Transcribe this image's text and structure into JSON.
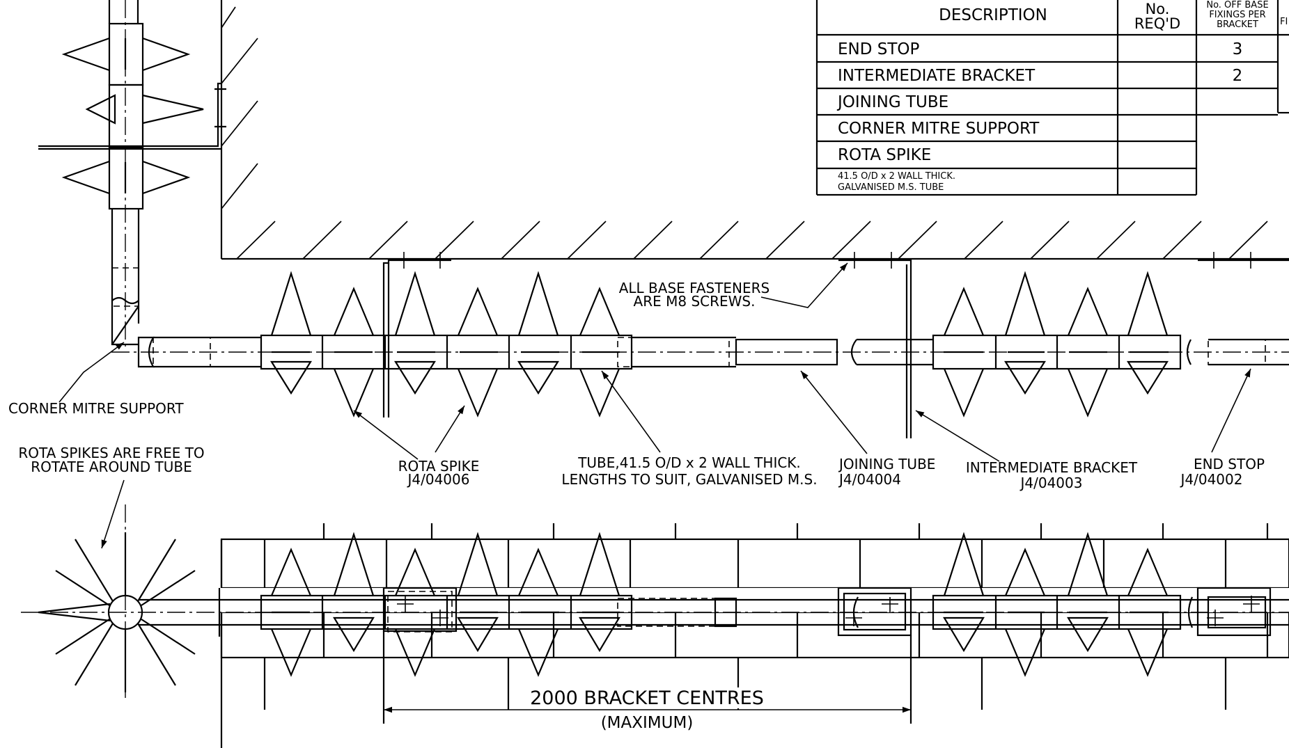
{
  "table": {
    "headers": {
      "description": "DESCRIPTION",
      "qty_line1": "No.",
      "qty_line2": "REQ'D",
      "fixings_line1": "No. OFF BASE",
      "fixings_line2": "FIXINGS PER",
      "fixings_line3": "BRACKET",
      "cut_off": "FI"
    },
    "rows": [
      {
        "description": "END STOP",
        "qty": "",
        "fixings": "3"
      },
      {
        "description": "INTERMEDIATE BRACKET",
        "qty": "",
        "fixings": "2"
      },
      {
        "description": "JOINING TUBE",
        "qty": "",
        "fixings": ""
      },
      {
        "description": "CORNER MITRE SUPPORT",
        "qty": "",
        "fixings": ""
      },
      {
        "description": "ROTA SPIKE",
        "qty": "",
        "fixings": ""
      },
      {
        "description_line1": "41.5 O/D x 2 WALL THICK.",
        "description_line2": "GALVANISED M.S. TUBE",
        "qty": "",
        "fixings": ""
      }
    ]
  },
  "callouts": {
    "base_fasteners_1": "ALL BASE FASTENERS",
    "base_fasteners_2": "ARE M8 SCREWS.",
    "corner_mitre": "CORNER MITRE SUPPORT",
    "rota_free_1": "ROTA SPIKES ARE FREE TO",
    "rota_free_2": "ROTATE AROUND TUBE",
    "rota_spike_1": "ROTA SPIKE",
    "rota_spike_2": "J4/04006",
    "tube_1": "TUBE,41.5 O/D x 2 WALL THICK.",
    "tube_2": "LENGTHS TO SUIT, GALVANISED M.S.",
    "joining_1": "JOINING TUBE",
    "joining_2": "J4/04004",
    "intermediate_1": "INTERMEDIATE BRACKET",
    "intermediate_2": "J4/04003",
    "end_stop_1": "END STOP",
    "end_stop_2": "J4/04002"
  },
  "dimension": {
    "label": "2000 BRACKET CENTRES",
    "sub_label": "(MAXIMUM)"
  }
}
